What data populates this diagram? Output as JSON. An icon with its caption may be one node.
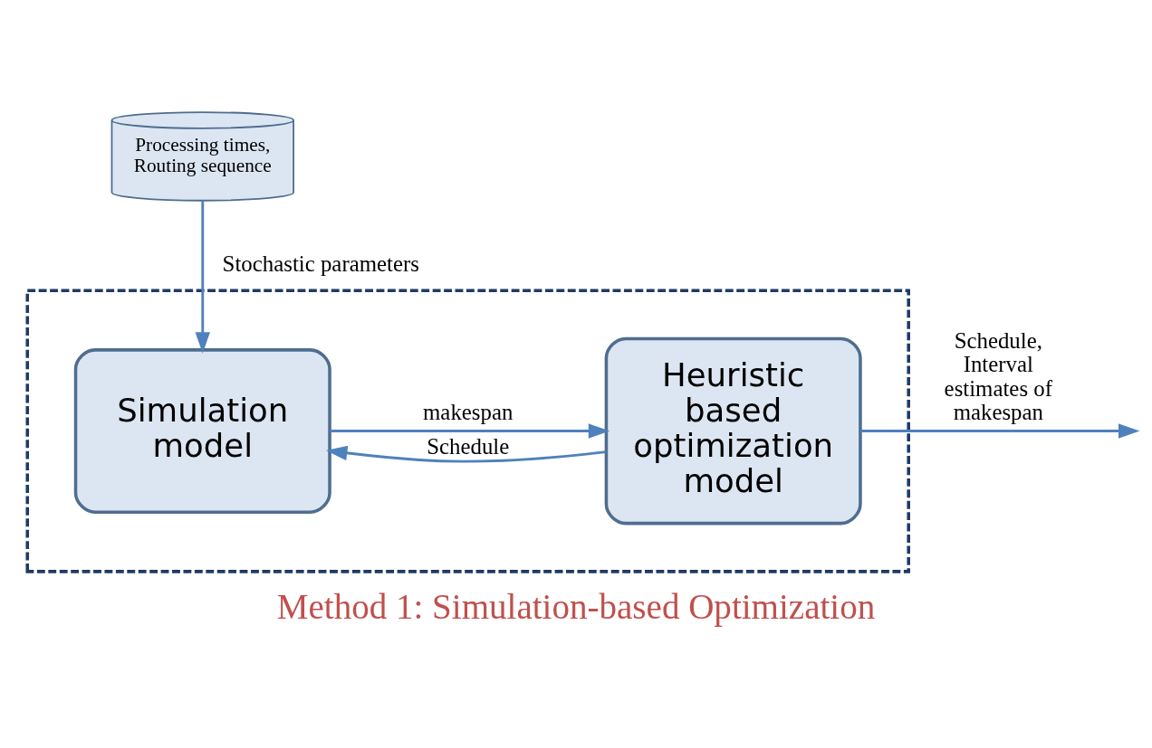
{
  "diagram": {
    "caption": "Method 1: Simulation-based Optimization",
    "nodes": [
      {
        "text": [
          "Processing times, Routing sequence"
        ]
      },
      {
        "text": [],
        "shape": "box"
      },
      {
        "text": [
          "Simulation model"
        ],
        "in": 1
      },
      {
        "text": [
          "Heuristic based optimization model"
        ],
        "in": 1
      }
    ],
    "edges": [
      {
        "from": 0,
        "to": 2,
        "arrow": "to",
        "label": "Stochastic parameters"
      },
      {
        "from": 2,
        "to": 3,
        "arrow": "to",
        "label": "makespan"
      },
      {
        "from": 3,
        "to": 2,
        "arrow": "to",
        "label": "Schedule"
      },
      {
        "from": 3,
        "to": null,
        "arrow": "to",
        "label": "Schedule, Interval estimates of makespan"
      }
    ]
  }
}
